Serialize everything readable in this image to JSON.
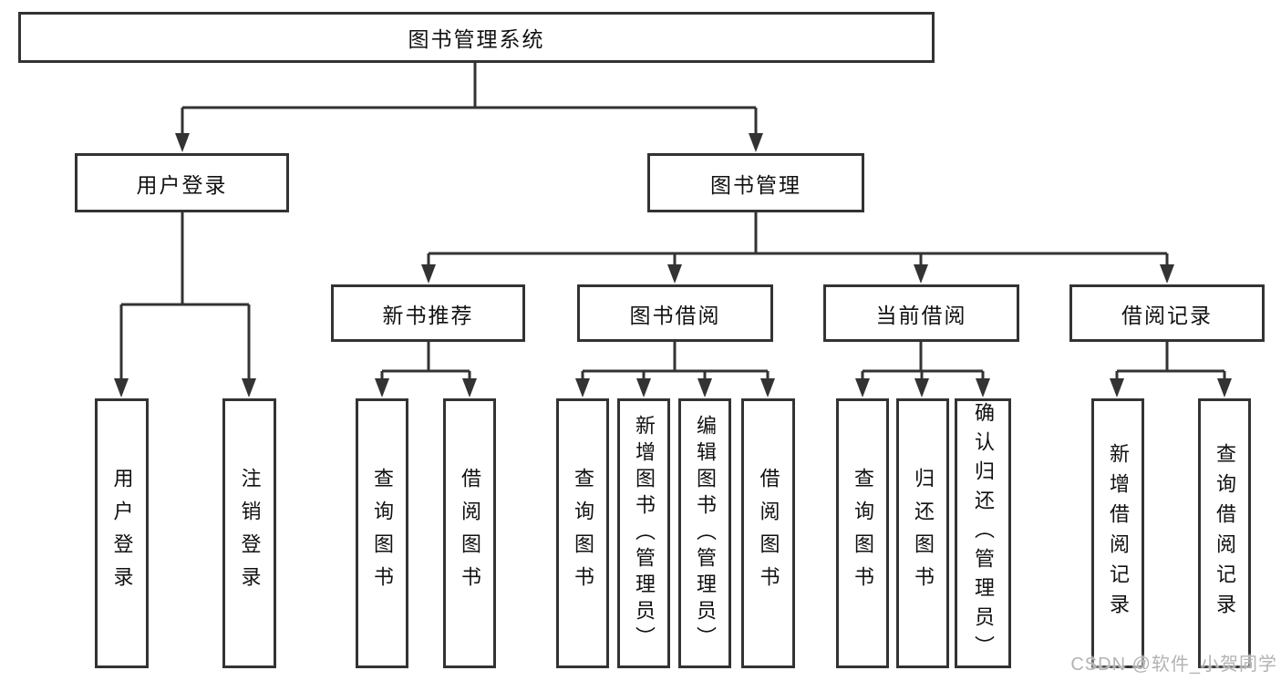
{
  "diagram": {
    "root": {
      "label": "图书管理系统"
    },
    "branches": [
      {
        "label": "用户登录",
        "children": [
          {
            "label": "用户登录"
          },
          {
            "label": "注销登录"
          }
        ]
      },
      {
        "label": "图书管理",
        "children": [
          {
            "label": "新书推荐",
            "children": [
              {
                "label": "查询图书"
              },
              {
                "label": "借阅图书"
              }
            ]
          },
          {
            "label": "图书借阅",
            "children": [
              {
                "label": "查询图书"
              },
              {
                "label": "新增图书（管理员）"
              },
              {
                "label": "编辑图书（管理员）"
              },
              {
                "label": "借阅图书"
              }
            ]
          },
          {
            "label": "当前借阅",
            "children": [
              {
                "label": "查询图书"
              },
              {
                "label": "归还图书"
              },
              {
                "label": "确认归还（管理员）"
              }
            ]
          },
          {
            "label": "借阅记录",
            "children": [
              {
                "label": "新增借阅记录"
              },
              {
                "label": "查询借阅记录"
              }
            ]
          }
        ]
      }
    ]
  },
  "watermark": {
    "text": "CSDN @软件_小贺同学",
    "color": "#b3b3b3"
  },
  "style": {
    "line_color": "#333333",
    "box_border_color": "#333333",
    "text_color": "#111111",
    "background": "#ffffff"
  }
}
